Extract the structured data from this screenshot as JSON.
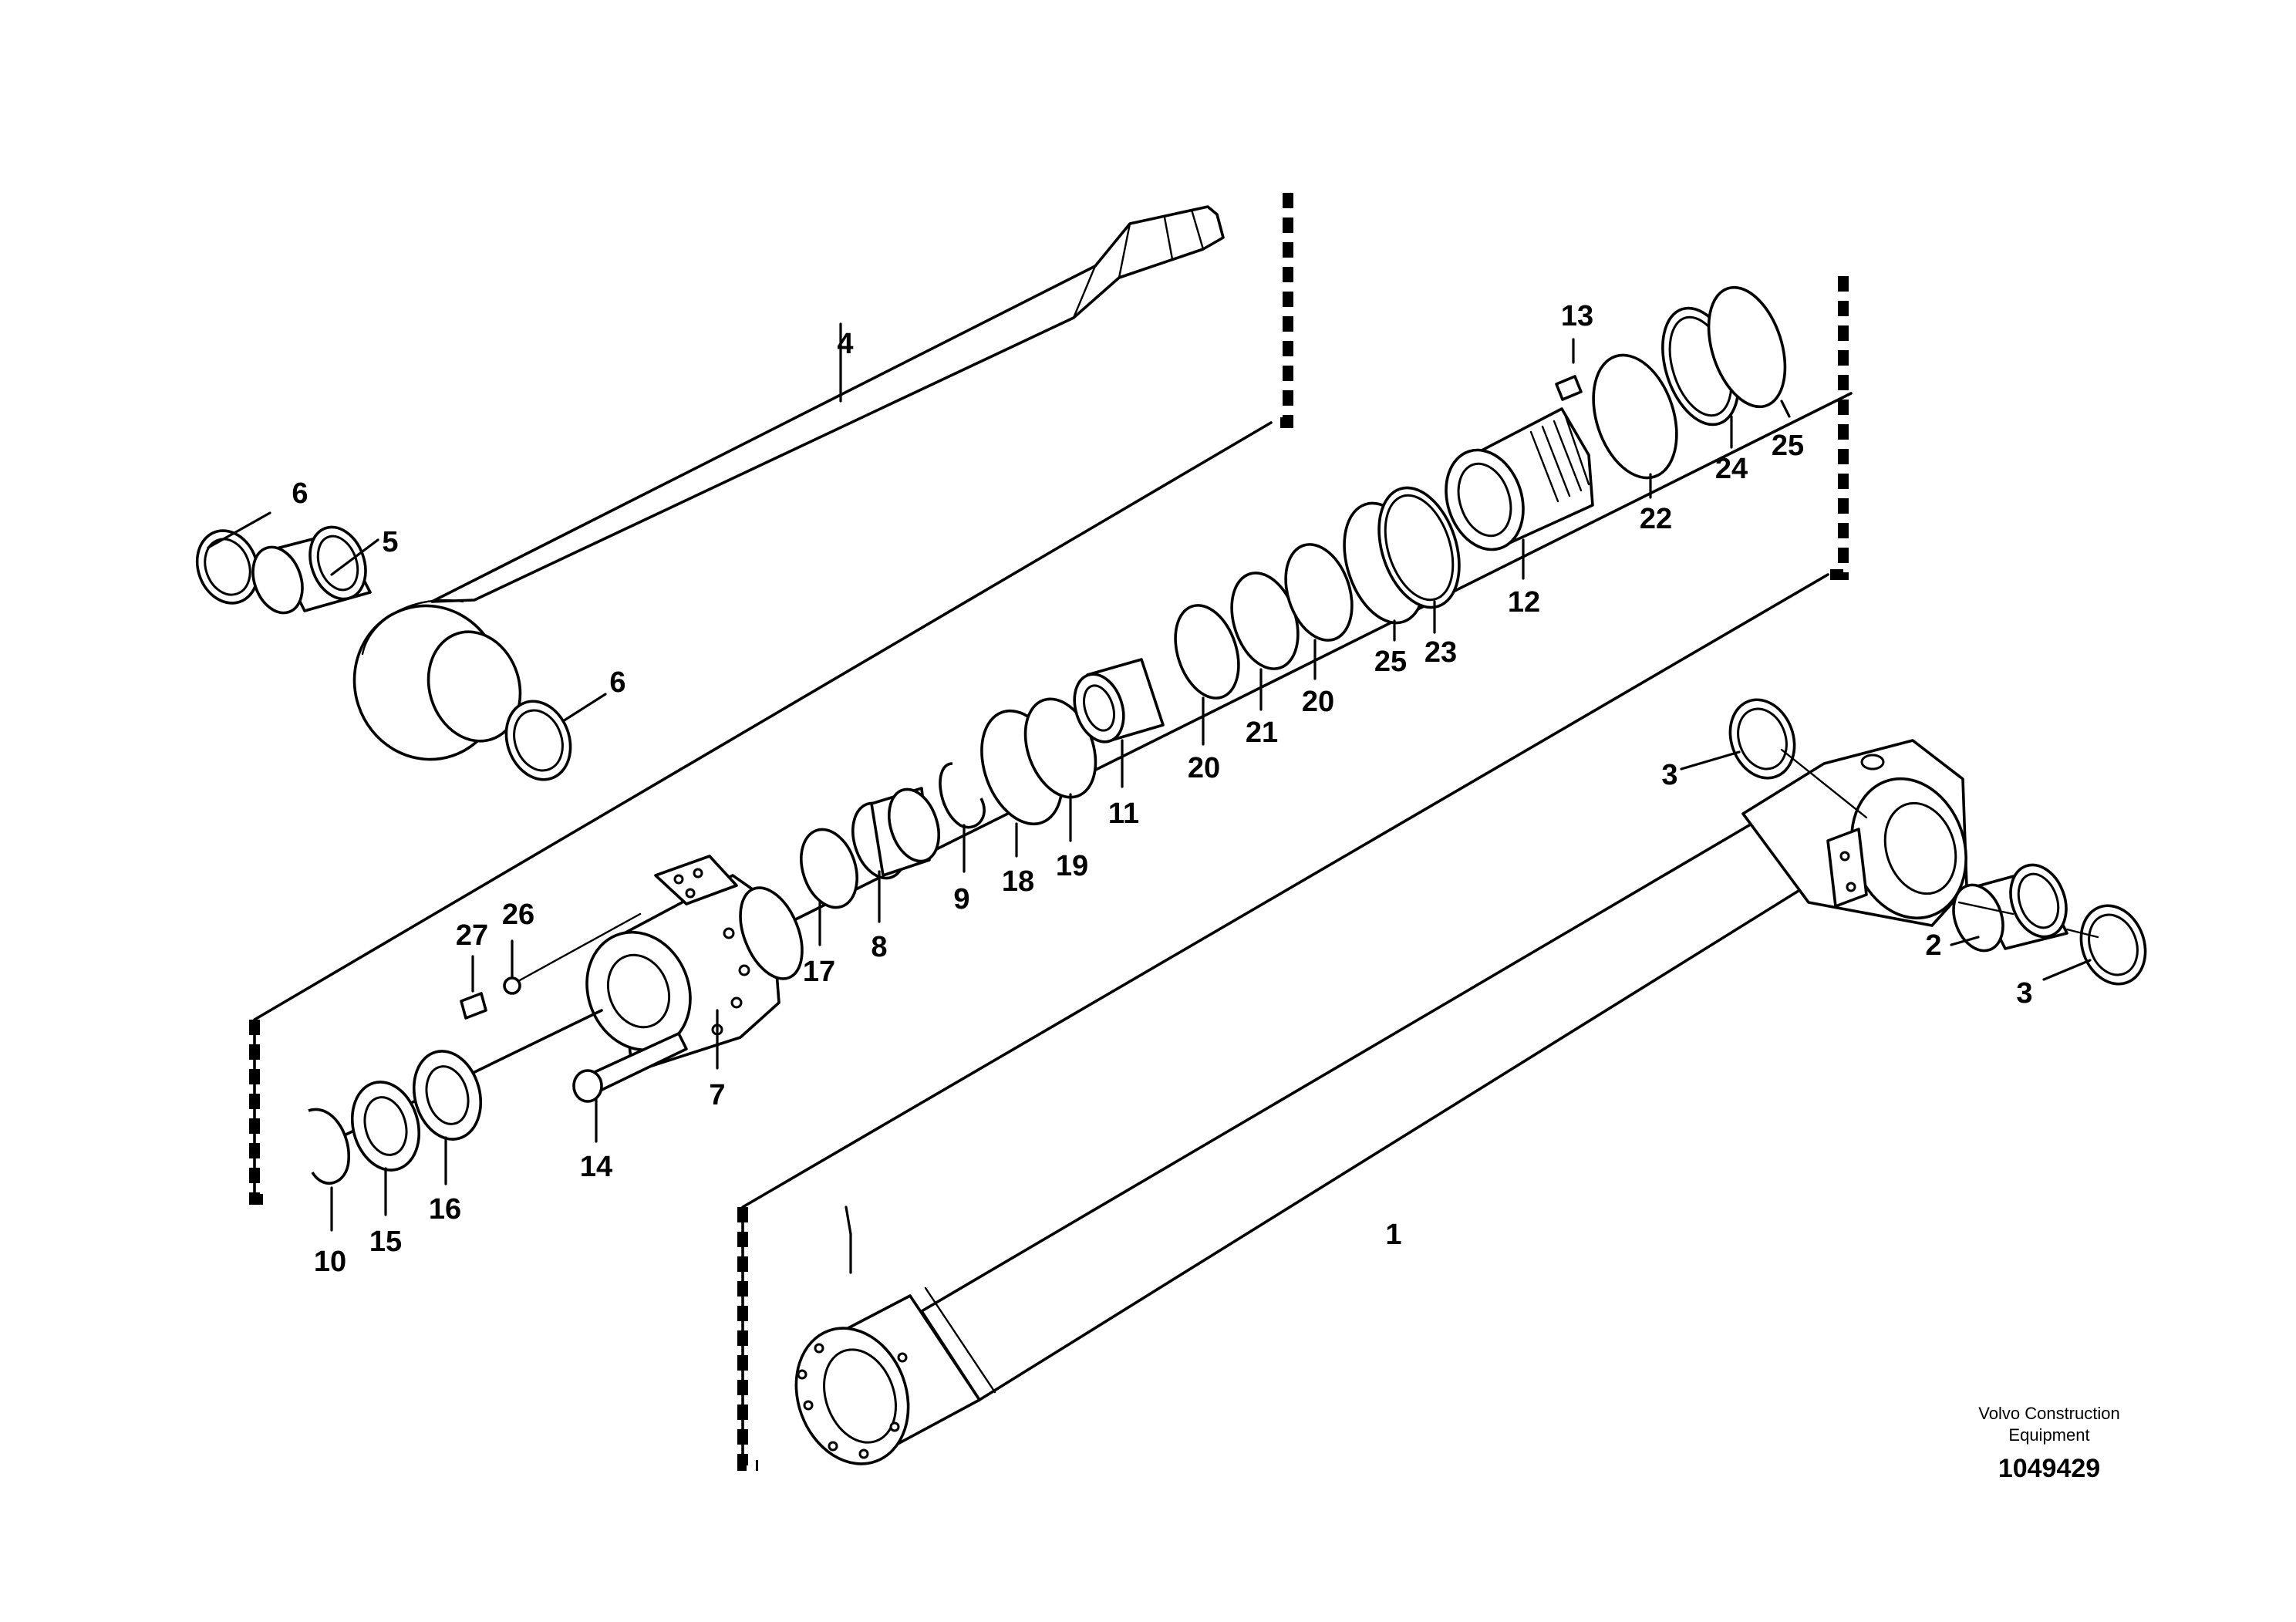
{
  "callouts": [
    "1",
    "2",
    "3",
    "3",
    "4",
    "5",
    "6",
    "6",
    "7",
    "8",
    "9",
    "10",
    "11",
    "12",
    "13",
    "14",
    "15",
    "16",
    "17",
    "18",
    "19",
    "20",
    "20",
    "21",
    "22",
    "23",
    "24",
    "25",
    "25",
    "26",
    "27"
  ],
  "footer": {
    "brand_line1": "Volvo Construction",
    "brand_line2": "Equipment",
    "drawing_number": "1049429"
  }
}
